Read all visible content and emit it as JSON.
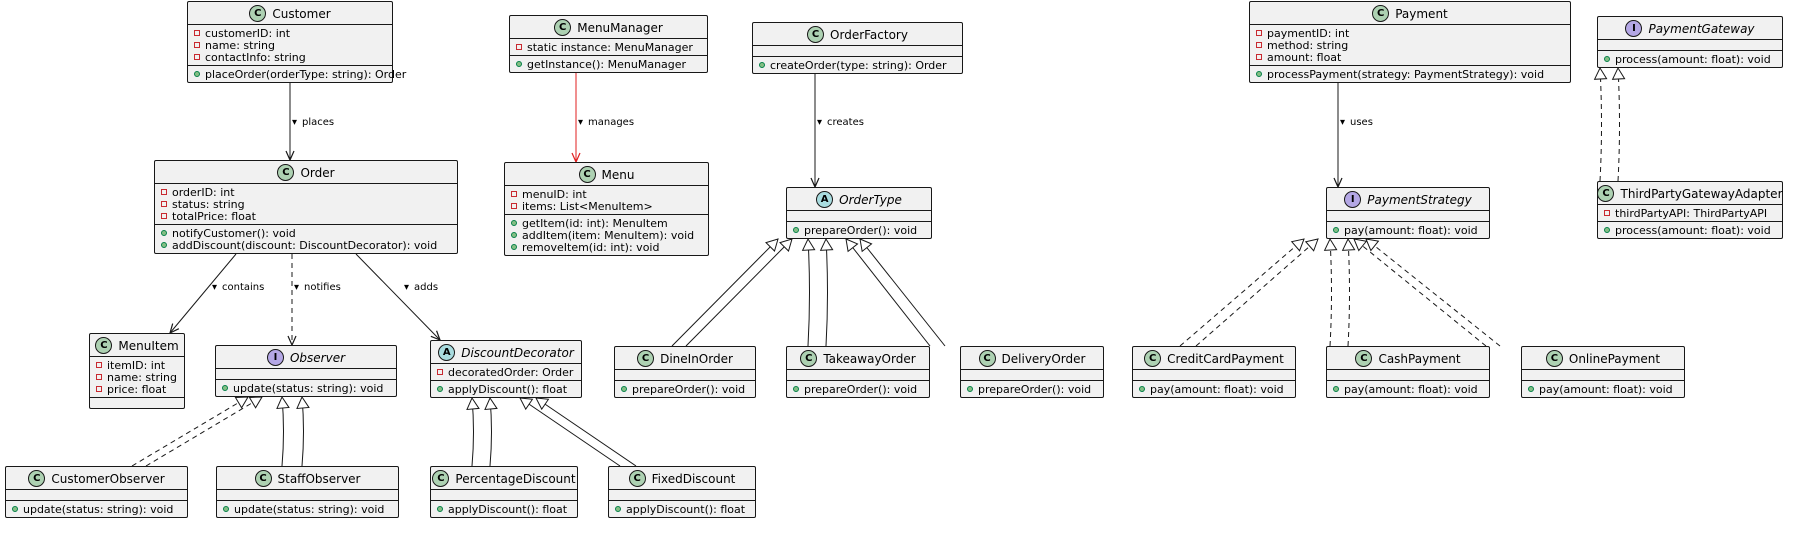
{
  "classes": [
    {
      "id": "customer",
      "name": "Customer",
      "stereotype": "C",
      "italic": false,
      "fields": [
        {
          "vis": "private",
          "text": "customerID: int"
        },
        {
          "vis": "private",
          "text": "name: string"
        },
        {
          "vis": "private",
          "text": "contactInfo: string"
        }
      ],
      "methods": [
        {
          "vis": "public",
          "text": "placeOrder(orderType: string): Order"
        }
      ]
    },
    {
      "id": "menumanager",
      "name": "MenuManager",
      "stereotype": "C",
      "italic": false,
      "fields": [
        {
          "vis": "private",
          "text": "static instance: MenuManager"
        }
      ],
      "methods": [
        {
          "vis": "public",
          "text": "getInstance(): MenuManager"
        }
      ]
    },
    {
      "id": "orderfactory",
      "name": "OrderFactory",
      "stereotype": "C",
      "italic": false,
      "fields": [],
      "methods": [
        {
          "vis": "public",
          "text": "createOrder(type: string): Order"
        }
      ]
    },
    {
      "id": "payment",
      "name": "Payment",
      "stereotype": "C",
      "italic": false,
      "fields": [
        {
          "vis": "private",
          "text": "paymentID: int"
        },
        {
          "vis": "private",
          "text": "method: string"
        },
        {
          "vis": "private",
          "text": "amount: float"
        }
      ],
      "methods": [
        {
          "vis": "public",
          "text": "processPayment(strategy: PaymentStrategy): void"
        }
      ]
    },
    {
      "id": "paymentgateway",
      "name": "PaymentGateway",
      "stereotype": "I",
      "italic": true,
      "fields": [],
      "methods": [
        {
          "vis": "public",
          "text": "process(amount: float): void"
        }
      ]
    },
    {
      "id": "order",
      "name": "Order",
      "stereotype": "C",
      "italic": false,
      "fields": [
        {
          "vis": "private",
          "text": "orderID: int"
        },
        {
          "vis": "private",
          "text": "status: string"
        },
        {
          "vis": "private",
          "text": "totalPrice: float"
        }
      ],
      "methods": [
        {
          "vis": "public",
          "text": "notifyCustomer(): void"
        },
        {
          "vis": "public",
          "text": "addDiscount(discount: DiscountDecorator): void"
        }
      ]
    },
    {
      "id": "menu",
      "name": "Menu",
      "stereotype": "C",
      "italic": false,
      "fields": [
        {
          "vis": "private",
          "text": "menuID: int"
        },
        {
          "vis": "private",
          "text": "items: List<MenuItem>"
        }
      ],
      "methods": [
        {
          "vis": "public",
          "text": "getItem(id: int): MenuItem"
        },
        {
          "vis": "public",
          "text": "addItem(item: MenuItem): void"
        },
        {
          "vis": "public",
          "text": "removeItem(id: int): void"
        }
      ]
    },
    {
      "id": "ordertype",
      "name": "OrderType",
      "stereotype": "A",
      "italic": true,
      "fields": [],
      "methods": [
        {
          "vis": "public",
          "text": "prepareOrder(): void"
        }
      ]
    },
    {
      "id": "paymentstrategy",
      "name": "PaymentStrategy",
      "stereotype": "I",
      "italic": true,
      "fields": [],
      "methods": [
        {
          "vis": "public",
          "text": "pay(amount: float): void"
        }
      ]
    },
    {
      "id": "thirdparty",
      "name": "ThirdPartyGatewayAdapter",
      "stereotype": "C",
      "italic": false,
      "fields": [
        {
          "vis": "private",
          "text": "thirdPartyAPI: ThirdPartyAPI"
        }
      ],
      "methods": [
        {
          "vis": "public",
          "text": "process(amount: float): void"
        }
      ]
    },
    {
      "id": "menuitem",
      "name": "MenuItem",
      "stereotype": "C",
      "italic": false,
      "fields": [
        {
          "vis": "private",
          "text": "itemID: int"
        },
        {
          "vis": "private",
          "text": "name: string"
        },
        {
          "vis": "private",
          "text": "price: float"
        }
      ],
      "methods": []
    },
    {
      "id": "observer",
      "name": "Observer",
      "stereotype": "I",
      "italic": true,
      "fields": [],
      "methods": [
        {
          "vis": "public",
          "text": "update(status: string): void"
        }
      ]
    },
    {
      "id": "discountdecorator",
      "name": "DiscountDecorator",
      "stereotype": "A",
      "italic": true,
      "fields": [
        {
          "vis": "private",
          "text": "decoratedOrder: Order"
        }
      ],
      "methods": [
        {
          "vis": "public",
          "text": "applyDiscount(): float"
        }
      ]
    },
    {
      "id": "dineinorder",
      "name": "DineInOrder",
      "stereotype": "C",
      "italic": false,
      "fields": [],
      "methods": [
        {
          "vis": "public",
          "text": "prepareOrder(): void"
        }
      ]
    },
    {
      "id": "takeawayorder",
      "name": "TakeawayOrder",
      "stereotype": "C",
      "italic": false,
      "fields": [],
      "methods": [
        {
          "vis": "public",
          "text": "prepareOrder(): void"
        }
      ]
    },
    {
      "id": "deliveryorder",
      "name": "DeliveryOrder",
      "stereotype": "C",
      "italic": false,
      "fields": [],
      "methods": [
        {
          "vis": "public",
          "text": "prepareOrder(): void"
        }
      ]
    },
    {
      "id": "creditcardpayment",
      "name": "CreditCardPayment",
      "stereotype": "C",
      "italic": false,
      "fields": [],
      "methods": [
        {
          "vis": "public",
          "text": "pay(amount: float): void"
        }
      ]
    },
    {
      "id": "cashpayment",
      "name": "CashPayment",
      "stereotype": "C",
      "italic": false,
      "fields": [],
      "methods": [
        {
          "vis": "public",
          "text": "pay(amount: float): void"
        }
      ]
    },
    {
      "id": "onlinepayment",
      "name": "OnlinePayment",
      "stereotype": "C",
      "italic": false,
      "fields": [],
      "methods": [
        {
          "vis": "public",
          "text": "pay(amount: float): void"
        }
      ]
    },
    {
      "id": "customerobserver",
      "name": "CustomerObserver",
      "stereotype": "C",
      "italic": false,
      "fields": [],
      "methods": [
        {
          "vis": "public",
          "text": "update(status: string): void"
        }
      ]
    },
    {
      "id": "staffobserver",
      "name": "StaffObserver",
      "stereotype": "C",
      "italic": false,
      "fields": [],
      "methods": [
        {
          "vis": "public",
          "text": "update(status: string): void"
        }
      ]
    },
    {
      "id": "percentagediscount",
      "name": "PercentageDiscount",
      "stereotype": "C",
      "italic": false,
      "fields": [],
      "methods": [
        {
          "vis": "public",
          "text": "applyDiscount(): float"
        }
      ]
    },
    {
      "id": "fixeddiscount",
      "name": "FixedDiscount",
      "stereotype": "C",
      "italic": false,
      "fields": [],
      "methods": [
        {
          "vis": "public",
          "text": "applyDiscount(): float"
        }
      ]
    }
  ],
  "relations": [
    {
      "id": "r-places",
      "from": "customer",
      "to": "order",
      "type": "association",
      "label": "places",
      "color": "#181818"
    },
    {
      "id": "r-manages",
      "from": "menumanager",
      "to": "menu",
      "type": "association",
      "label": "manages",
      "color": "#e01f1f"
    },
    {
      "id": "r-creates",
      "from": "orderfactory",
      "to": "ordertype",
      "type": "association",
      "label": "creates",
      "color": "#181818"
    },
    {
      "id": "r-uses",
      "from": "payment",
      "to": "paymentstrategy",
      "type": "association",
      "label": "uses",
      "color": "#181818"
    },
    {
      "id": "r-contains",
      "from": "order",
      "to": "menuitem",
      "type": "association",
      "label": "contains",
      "color": "#181818"
    },
    {
      "id": "r-notifies",
      "from": "order",
      "to": "observer",
      "type": "dependency",
      "label": "notifies",
      "color": "#181818"
    },
    {
      "id": "r-adds",
      "from": "order",
      "to": "discountdecorator",
      "type": "association",
      "label": "adds",
      "color": "#181818"
    },
    {
      "id": "r-dinein",
      "from": "dineinorder",
      "to": "ordertype",
      "type": "extends",
      "label": "",
      "color": "#181818"
    },
    {
      "id": "r-takeaway",
      "from": "takeawayorder",
      "to": "ordertype",
      "type": "extends",
      "label": "",
      "color": "#181818"
    },
    {
      "id": "r-delivery",
      "from": "deliveryorder",
      "to": "ordertype",
      "type": "extends",
      "label": "",
      "color": "#181818"
    },
    {
      "id": "r-credit",
      "from": "creditcardpayment",
      "to": "paymentstrategy",
      "type": "implements",
      "label": "",
      "color": "#181818"
    },
    {
      "id": "r-cash",
      "from": "cashpayment",
      "to": "paymentstrategy",
      "type": "implements",
      "label": "",
      "color": "#181818"
    },
    {
      "id": "r-online",
      "from": "onlinepayment",
      "to": "paymentstrategy",
      "type": "implements",
      "label": "",
      "color": "#181818"
    },
    {
      "id": "r-thirdparty",
      "from": "thirdparty",
      "to": "paymentgateway",
      "type": "implements",
      "label": "",
      "color": "#181818"
    },
    {
      "id": "r-custobs",
      "from": "customerobserver",
      "to": "observer",
      "type": "implements",
      "label": "",
      "color": "#181818"
    },
    {
      "id": "r-staffobs",
      "from": "staffobserver",
      "to": "observer",
      "type": "extends",
      "label": "",
      "color": "#181818"
    },
    {
      "id": "r-percent",
      "from": "percentagediscount",
      "to": "discountdecorator",
      "type": "extends",
      "label": "",
      "color": "#181818"
    },
    {
      "id": "r-fixed",
      "from": "fixeddiscount",
      "to": "discountdecorator",
      "type": "extends",
      "label": "",
      "color": "#181818"
    }
  ]
}
